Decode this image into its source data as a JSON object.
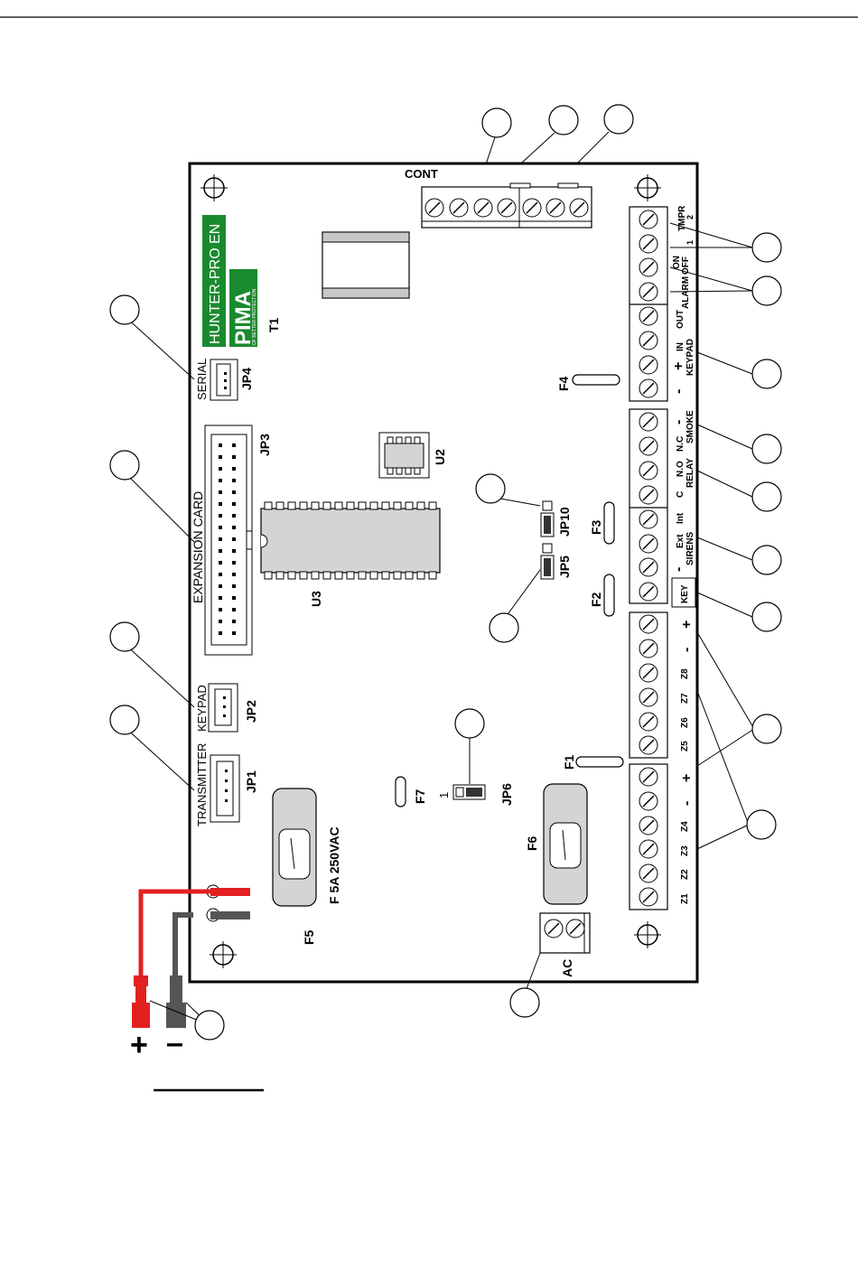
{
  "board": {
    "model": "HUNTER-PRO EN",
    "brand": "PIMA",
    "brand_tagline": "OF BETTER PROTECTION",
    "brand_color": "#1a8a2e"
  },
  "labels": {
    "cont": "CONT",
    "t1": "T1",
    "serial": "SERIAL",
    "jp4": "JP4",
    "jp3": "JP3",
    "expansion_card": "EXPANSION CARD",
    "u2": "U2",
    "u3": "U3",
    "jp10": "JP10",
    "jp5": "JP5",
    "keypad_conn": "KEYPAD",
    "jp2": "JP2",
    "transmitter": "TRANSMITTER",
    "jp1": "JP1",
    "f5_rating": "F 5A 250VAC",
    "f5": "F5",
    "f7": "F7",
    "jp6_pin": "1",
    "jp6": "JP6",
    "f6": "F6",
    "ac": "AC",
    "f1": "F1",
    "f2": "F2",
    "f3": "F3",
    "f4": "F4",
    "plus": "+",
    "minus": "–"
  },
  "terminals": {
    "tmpr": "TMPR",
    "tmpr2": "2",
    "tmpr1": "1",
    "on": "ON",
    "off": "OFF",
    "alarm": "ALARM",
    "out": "OUT",
    "in": "IN",
    "keypad_plus": "+",
    "keypad_minus": "-",
    "keypad": "KEYPAD",
    "smoke_minus": "-",
    "nc": "N.C",
    "smoke": "SMOKE",
    "no": "N.O",
    "c": "C",
    "relay": "RELAY",
    "int": "Int",
    "ext": "Ext",
    "siren_minus": "-",
    "sirens": "SIRENS",
    "key": "KEY",
    "z_upper_plus": "+",
    "z_upper_minus": "-",
    "z8": "Z8",
    "z7": "Z7",
    "z6": "Z6",
    "z5": "Z5",
    "z_lower_plus": "+",
    "z_lower_minus": "-",
    "z4": "Z4",
    "z3": "Z3",
    "z2": "Z2",
    "z1": "Z1"
  },
  "colors": {
    "wire_positive": "#e32020",
    "wire_negative": "#555555",
    "chip_fill": "#d4d4d4",
    "block_fill": "#c8c8c8"
  }
}
